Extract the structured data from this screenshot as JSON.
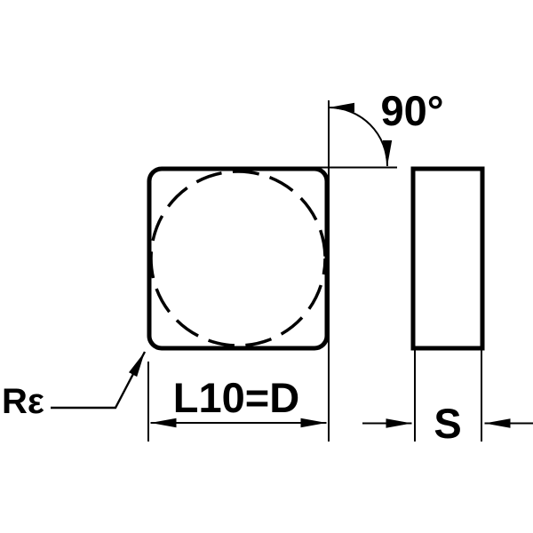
{
  "drawing": {
    "type": "engineering-dimension-drawing",
    "subject": "square-cutting-insert-with-inscribed-circle-top-and-side-view",
    "labels": {
      "angle": "90°",
      "length": "L10=D",
      "thickness": "S",
      "corner_radius": "Rε"
    },
    "colors": {
      "line": "#000000",
      "background": "#ffffff"
    }
  }
}
